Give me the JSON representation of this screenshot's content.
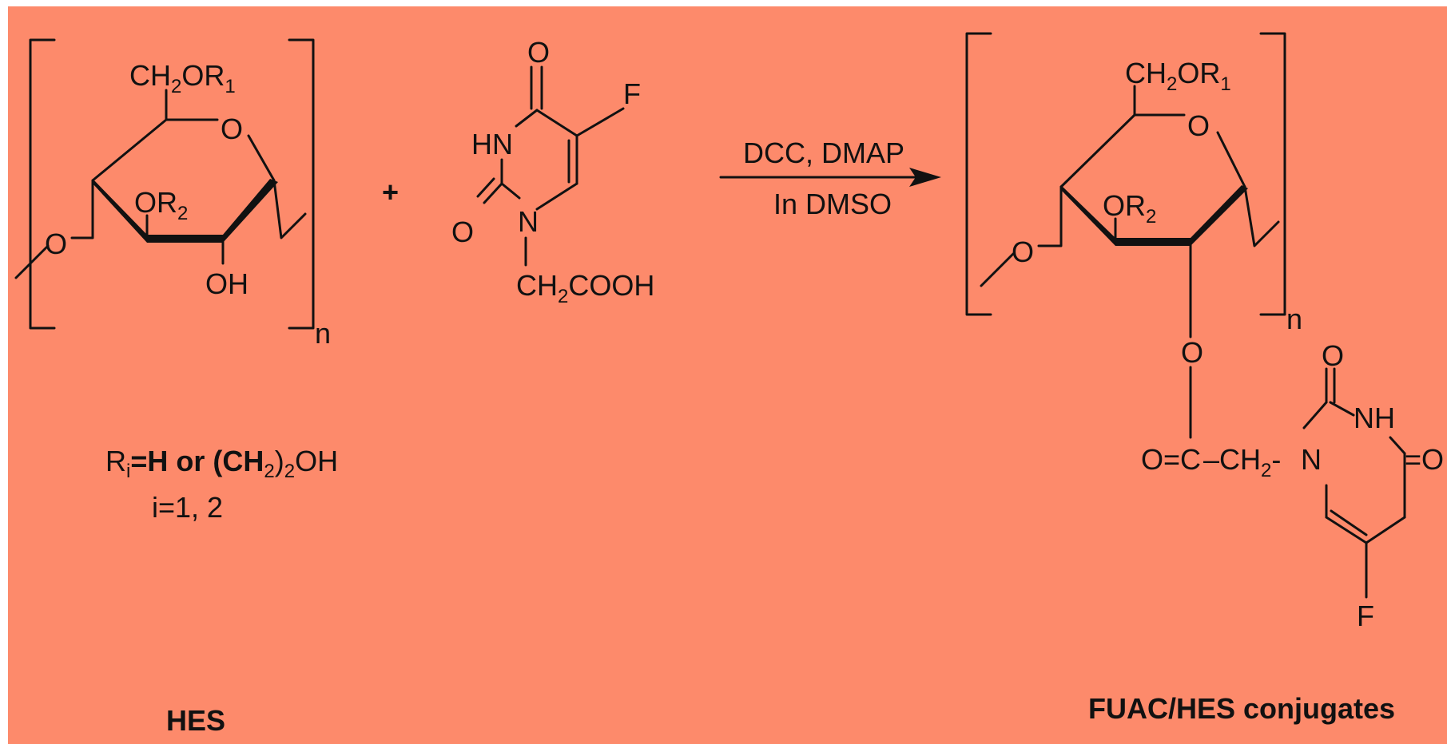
{
  "colors": {
    "background": "#fd8a6b",
    "ink": "#111111"
  },
  "reactant_hes": {
    "ch2or1": {
      "main": "CH",
      "sub": "2",
      "mid": "OR",
      "sub2": "1"
    },
    "ring_o": "O",
    "or2": {
      "main": "OR",
      "sub": "2"
    },
    "oh": "OH",
    "link_o": "O",
    "repeat": "n",
    "definition_line1": {
      "a": "R",
      "sub": "i",
      "b": "=H or (CH",
      "sub2": "2",
      "c": ")",
      "sub3": "2",
      "d": "OH"
    },
    "definition_line2": "i=1, 2",
    "name": "HES"
  },
  "plus": "+",
  "reactant_fuac": {
    "o_top": "O",
    "hn": "HN",
    "f": "F",
    "o_left": "O",
    "n": "N",
    "ch2cooh": {
      "a": "CH",
      "sub": "2",
      "b": "COOH"
    }
  },
  "reaction": {
    "reagents": "DCC, DMAP",
    "solvent": "In DMSO"
  },
  "product": {
    "ch2or1": {
      "main": "CH",
      "sub": "2",
      "mid": "OR",
      "sub2": "1"
    },
    "ring_o": "O",
    "or2": {
      "main": "OR",
      "sub": "2"
    },
    "link_o": "O",
    "repeat": "n",
    "ester_o": "O",
    "carbonyl": "O=C",
    "ch2": {
      "a": "–CH",
      "sub": "2",
      "b": "-"
    },
    "n": "N",
    "o_top": "O",
    "nh": "NH",
    "o_right": "=O",
    "f": "F",
    "name": "FUAC/HES conjugates"
  }
}
